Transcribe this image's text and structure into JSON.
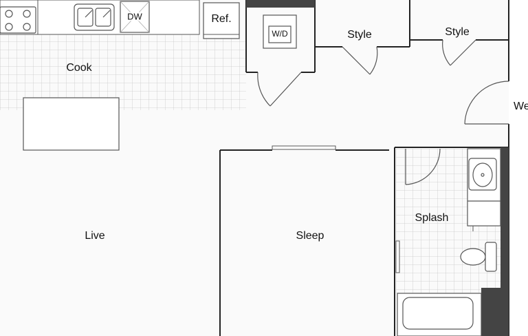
{
  "rooms": {
    "cook": "Cook",
    "live": "Live",
    "sleep": "Sleep",
    "splash": "Splash",
    "style_left": "Style",
    "style_right": "Style",
    "welcome": "We"
  },
  "appliances": {
    "dishwasher": "DW",
    "refrigerator": "Ref.",
    "washer_dryer": "W/D"
  },
  "colors": {
    "wall": "#222222",
    "wall_dark": "#444444",
    "fixture_line": "#555555",
    "tile_line": "#c8c8c8",
    "floor": "#fafafa",
    "background": "#ffffff"
  }
}
